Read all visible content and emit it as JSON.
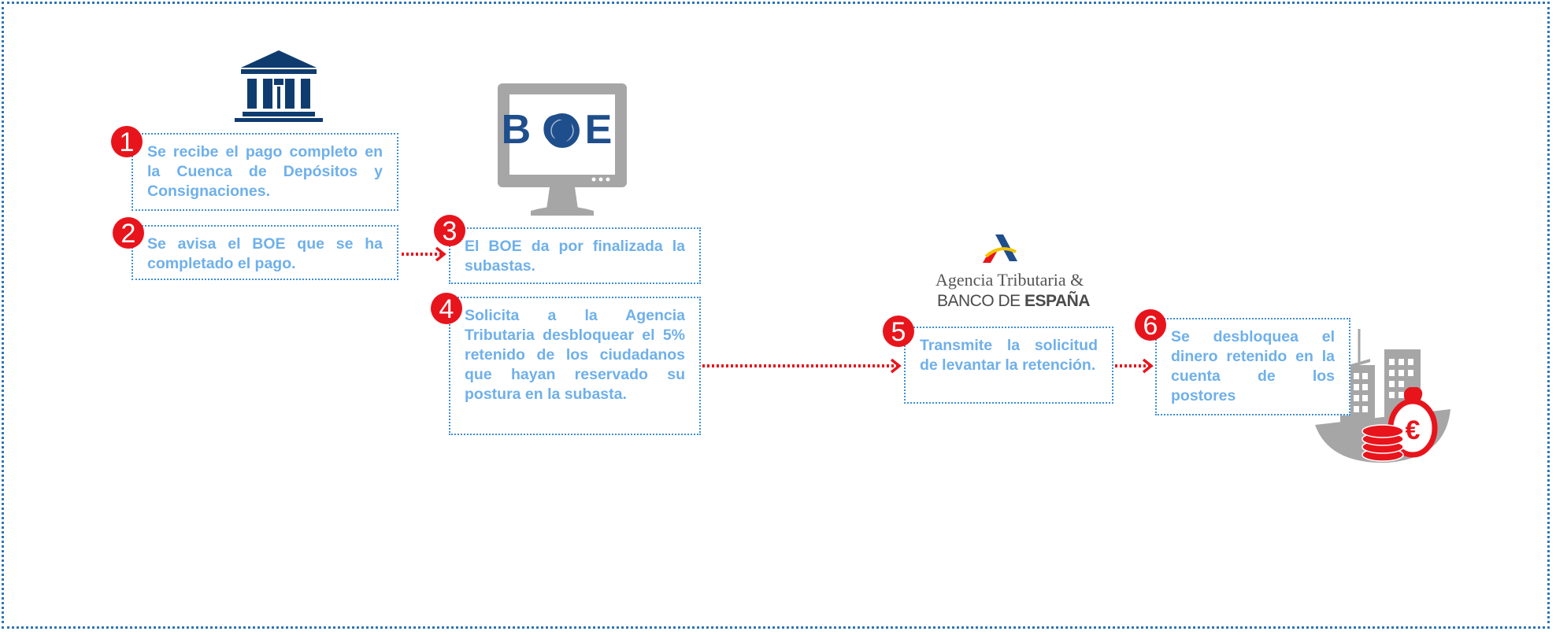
{
  "steps": [
    {
      "number": "1",
      "text": "Se recibe el pago completo en la Cuenca de Depósitos y Consignaciones."
    },
    {
      "number": "2",
      "text": "Se avisa el BOE que se ha completado el pago."
    },
    {
      "number": "3",
      "text": "El BOE da por finalizada la subastas."
    },
    {
      "number": "4",
      "text": "Solicita a la Agencia Tributaria desbloquear el 5% retenido de los ciudadanos que hayan reservado su postura en la subasta."
    },
    {
      "number": "5",
      "text": "Transmite la solicitud de levantar la retención."
    },
    {
      "number": "6",
      "text": "Se desbloquea el dinero retenido en la cuenta de los postores"
    }
  ],
  "logos": {
    "boe": "BOE",
    "agencia": "Agencia Tributaria &",
    "banco_a": "BANCO DE ",
    "banco_b": "ESPAÑA"
  },
  "colors": {
    "step_text": "#6fb0ea",
    "box_border": "#3d8fd6",
    "number_badge": "#e8141c",
    "arrow": "#e8141c",
    "bank_icon": "#0f3c6e",
    "frame": "#2e75b6"
  },
  "icons": [
    "bank-icon",
    "monitor-icon",
    "agencia-tributaria-logo",
    "buildings-money-icon"
  ]
}
